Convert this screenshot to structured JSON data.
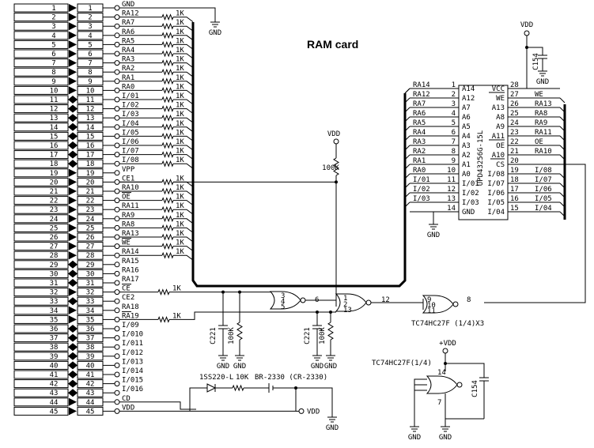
{
  "title": "RAM card",
  "pin_numbers": [
    "1",
    "2",
    "3",
    "4",
    "5",
    "6",
    "7",
    "8",
    "9",
    "10",
    "11",
    "12",
    "13",
    "14",
    "15",
    "16",
    "17",
    "18",
    "19",
    "20",
    "21",
    "22",
    "23",
    "24",
    "25",
    "26",
    "27",
    "28",
    "29",
    "30",
    "31",
    "32",
    "33",
    "34",
    "35",
    "36",
    "37",
    "38",
    "39",
    "40",
    "41",
    "42",
    "43",
    "44",
    "45"
  ],
  "connector_signals": [
    "GND",
    "RA12",
    "RA7",
    "RA6",
    "RA5",
    "RA4",
    "RA3",
    "RA2",
    "RA1",
    "RA0",
    "I/01",
    "I/02",
    "I/03",
    "I/04",
    "I/05",
    "I/06",
    "I/07",
    "I/08",
    "VPP",
    "CE1",
    "RA10",
    "OE",
    "RA11",
    "RA9",
    "RA8",
    "RA13",
    "WE",
    "RA14",
    "RA15",
    "RA16",
    "RA17",
    "CE",
    "CE2",
    "RA18",
    "RA19",
    "I/09",
    "I/010",
    "I/011",
    "I/012",
    "I/013",
    "I/014",
    "I/015",
    "I/016",
    "CD",
    "VDD"
  ],
  "resistor_label": "1K",
  "ground_label": "GND",
  "vdd_label": "VDD",
  "vdd_plus_label": "+VDD",
  "memory_chip": {
    "part": "UPD43256G-15L",
    "left_pins": [
      {
        "signal": "RA14",
        "num": "1",
        "name": "A14"
      },
      {
        "signal": "RA12",
        "num": "2",
        "name": "A12"
      },
      {
        "signal": "RA7",
        "num": "3",
        "name": "A7"
      },
      {
        "signal": "RA6",
        "num": "4",
        "name": "A6"
      },
      {
        "signal": "RA5",
        "num": "5",
        "name": "A5"
      },
      {
        "signal": "RA4",
        "num": "6",
        "name": "A4"
      },
      {
        "signal": "RA3",
        "num": "7",
        "name": "A3"
      },
      {
        "signal": "RA2",
        "num": "8",
        "name": "A2"
      },
      {
        "signal": "RA1",
        "num": "9",
        "name": "A1"
      },
      {
        "signal": "RA0",
        "num": "10",
        "name": "A0"
      },
      {
        "signal": "I/01",
        "num": "11",
        "name": "I/01"
      },
      {
        "signal": "I/02",
        "num": "12",
        "name": "I/02"
      },
      {
        "signal": "I/03",
        "num": "13",
        "name": "I/03"
      },
      {
        "signal": "",
        "num": "14",
        "name": "GND"
      }
    ],
    "right_pins": [
      {
        "num": "28",
        "name": "VCC",
        "signal": ""
      },
      {
        "num": "27",
        "name": "WE",
        "signal": "WE"
      },
      {
        "num": "26",
        "name": "A13",
        "signal": "RA13"
      },
      {
        "num": "25",
        "name": "A8",
        "signal": "RA8"
      },
      {
        "num": "24",
        "name": "A9",
        "signal": "RA9"
      },
      {
        "num": "23",
        "name": "A11",
        "signal": "RA11"
      },
      {
        "num": "22",
        "name": "OE",
        "signal": "OE"
      },
      {
        "num": "21",
        "name": "A10",
        "signal": "RA10"
      },
      {
        "num": "20",
        "name": "CS",
        "signal": ""
      },
      {
        "num": "19",
        "name": "I/08",
        "signal": "I/08"
      },
      {
        "num": "18",
        "name": "I/07",
        "signal": "I/07"
      },
      {
        "num": "17",
        "name": "I/06",
        "signal": "I/06"
      },
      {
        "num": "16",
        "name": "I/05",
        "signal": "I/05"
      },
      {
        "num": "15",
        "name": "I/04",
        "signal": "I/04"
      }
    ]
  },
  "components": {
    "c154": "C154",
    "c221": "C221",
    "r100k": "100K",
    "gate_ref": "TC74HC27F (1/4)X3",
    "gate_ref_single": "TC74HC27F(1/4)",
    "gate_pins": [
      "3",
      "4",
      "5",
      "6",
      "1",
      "2",
      "13",
      "12",
      "9",
      "10",
      "11",
      "8",
      "14",
      "7"
    ],
    "diode": "1SS220-L",
    "r10k": "10K",
    "battery": "BR-2330 (CR-2330)"
  }
}
